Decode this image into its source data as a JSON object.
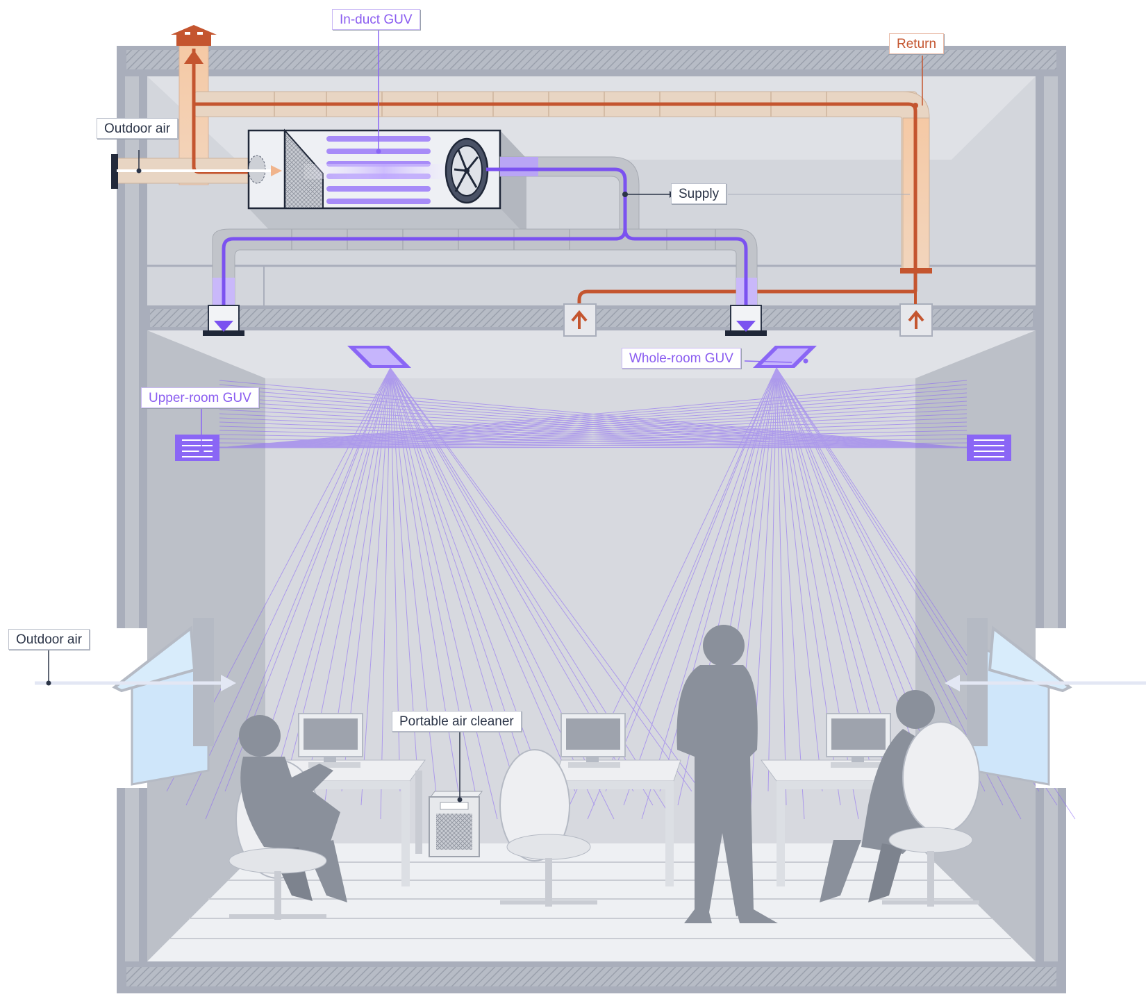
{
  "labels": {
    "in_duct_guv": "In-duct GUV",
    "return": "Return",
    "outdoor_air_top": "Outdoor air",
    "supply": "Supply",
    "whole_room_guv": "Whole-room GUV",
    "upper_room_guv": "Upper-room GUV",
    "outdoor_air_window": "Outdoor air",
    "portable_air_cleaner": "Portable air cleaner"
  },
  "colors": {
    "uv": "#7b52f0",
    "return": "#c4552f",
    "duct": "#c4c8cf",
    "wall": "#a9aebb",
    "room": "#d5d8de",
    "person": "#8a909b",
    "chair": "#eeeff2",
    "window": "#cfe6fa"
  },
  "icons": {
    "fan": "fan-icon",
    "filter": "filter-icon",
    "uv_lamp": "uv-lamp-icon",
    "arrow": "arrow-icon"
  }
}
